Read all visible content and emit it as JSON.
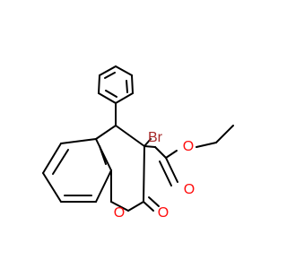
{
  "colors": {
    "bond": "#000000",
    "oxygen": "#ff0d0d",
    "bromine": "#a62929",
    "background": "#ffffff"
  },
  "atoms": {
    "br": "Br",
    "o_ester_single": "O",
    "o_ester_double": "O",
    "o_ring": "O",
    "o_lactone_double": "O"
  }
}
